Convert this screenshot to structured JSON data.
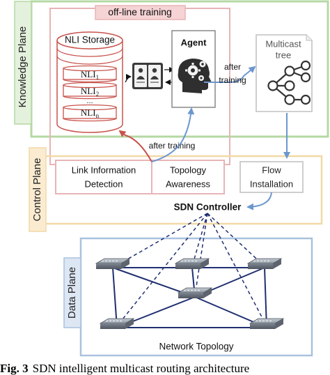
{
  "planes": {
    "knowledge": "Knowledge Plane",
    "control": "Control Plane",
    "data": "Data Plane"
  },
  "offline_training": "off-line training",
  "storage": {
    "title": "NLI Storage",
    "items": [
      "NLI",
      "NLI",
      "NLI"
    ],
    "subscripts": [
      "1",
      "2",
      "n"
    ],
    "ellipsis": "..."
  },
  "agent": "Agent",
  "multicast_tree": {
    "line1": "Multicast",
    "line2": "tree"
  },
  "after_training_top": {
    "line1": "after",
    "line2": "training"
  },
  "after_training_bottom": "after training",
  "link_info": {
    "line1": "Link Information",
    "line2": "Detection"
  },
  "topology_awareness": {
    "line1": "Topology",
    "line2": "Awareness"
  },
  "flow_installation": {
    "line1": "Flow",
    "line2": "Installation"
  },
  "sdn_controller": "SDN Controller",
  "network_topology": "Network Topology",
  "caption": {
    "number": "Fig. 3",
    "text": "SDN intelligent multicast routing architecture"
  },
  "colors": {
    "knowledge_border": "#b5d8a4",
    "knowledge_label_bg": "#e4f1dc",
    "offline_border": "#e8b4b6",
    "offline_label_bg": "#f6d3d4",
    "control_border": "#f1d9a6",
    "control_label_bg": "#fbecd1",
    "data_border": "#a9c1de",
    "data_label_bg": "#dde7f3",
    "red_arrow": "#c8524c",
    "blue_arrow": "#6b97cf",
    "network_link": "#1f2f70"
  },
  "icons": [
    "database-icon",
    "books-icon",
    "brain-gear-icon",
    "tree-icon",
    "switch-icon"
  ]
}
